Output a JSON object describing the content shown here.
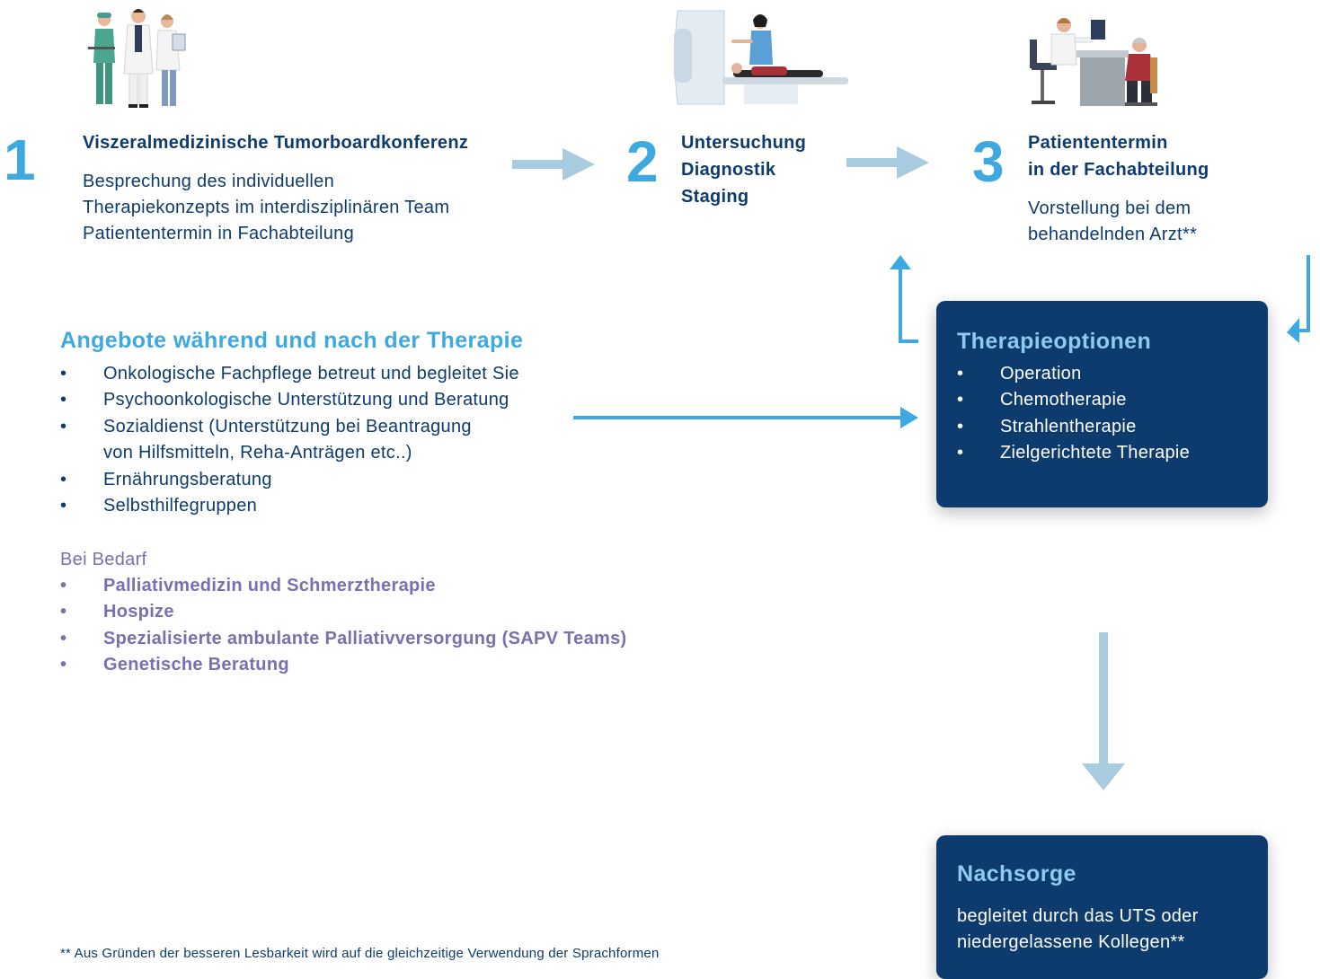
{
  "step1": {
    "number": "1",
    "title": "Viszeralmedizinische Tumorboardkonferenz",
    "lines": [
      "Besprechung des individuellen",
      "Therapiekonzepts im interdisziplinären Team",
      "Patiententermin in Fachabteilung"
    ]
  },
  "step2": {
    "number": "2",
    "lines": [
      "Untersuchung",
      "Diagnostik",
      "Staging"
    ]
  },
  "step3": {
    "number": "3",
    "title_lines": [
      "Patiententermin",
      "in der Fachabteilung"
    ],
    "lines": [
      "Vorstellung bei dem",
      "behandelnden Arzt**"
    ]
  },
  "offers": {
    "title": "Angebote während und nach der Therapie",
    "bullet": "•",
    "items": [
      [
        "Onkologische Fachpflege betreut und begleitet Sie"
      ],
      [
        "Psychoonkologische Unterstützung und Beratung"
      ],
      [
        "Sozialdienst (Unterstützung bei Beantragung",
        "von Hilfsmitteln, Reha-Anträgen etc..)"
      ],
      [
        "Ernährungsberatung"
      ],
      [
        "Selbsthilfegruppen"
      ]
    ],
    "need_label": "Bei Bedarf",
    "need_items": [
      "Palliativmedizin und Schmerztherapie",
      "Hospize",
      "Spezialisierte ambulante Palliativversorgung (SAPV Teams)",
      "Genetische Beratung"
    ]
  },
  "therapy": {
    "title": "Therapieoptionen",
    "items": [
      "Operation",
      "Chemotherapie",
      "Strahlentherapie",
      "Zielgerichtete Therapie"
    ]
  },
  "aftercare": {
    "title": "Nachsorge",
    "lines": [
      "begleitet durch das UTS oder",
      "niedergelassene Kollegen**"
    ]
  },
  "footnote": "** Aus Gründen der besseren Lesbarkeit wird auf die gleichzeitige Verwendung der Sprachformen",
  "colors": {
    "navy": "#0d3b6e",
    "accent_blue": "#3da9e0",
    "light_arrow": "#a9cbe0",
    "purple": "#7a6fb0",
    "box_title": "#8fcaf0"
  },
  "icons": {
    "step1": "medical-team-illustration",
    "step2": "mri-scanner-illustration",
    "step3": "doctor-consultation-illustration"
  }
}
